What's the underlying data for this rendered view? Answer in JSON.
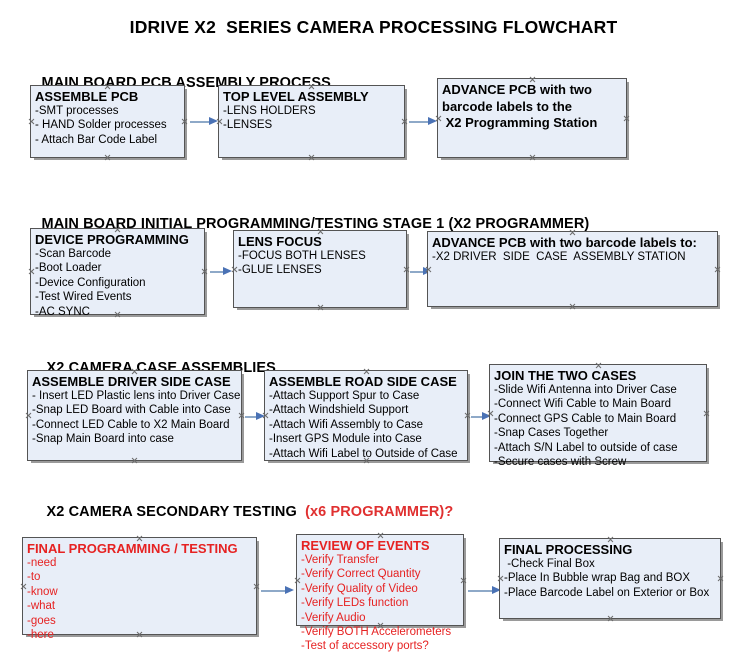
{
  "title": "IDRIVE X2  SERIES CAMERA PROCESSING FLOWCHART",
  "colors": {
    "box_fill": "#e8eef8",
    "box_border": "#545454",
    "arrow_line": "#8ea9c8",
    "arrow_head": "#4a72b5",
    "red_accent": "#e62222",
    "text": "#000000"
  },
  "sections": [
    {
      "heading": "MAIN BOARD PCB ASSEMBLY PROCESS",
      "heading_accent": "",
      "nodes": [
        {
          "title": "ASSEMBLE PCB",
          "lines": [
            "-SMT processes",
            "- HAND Solder processes",
            "- Attach Bar Code Label"
          ]
        },
        {
          "title": "TOP LEVEL ASSEMBLY",
          "lines": [
            "-LENS HOLDERS",
            "-LENSES"
          ]
        },
        {
          "title": "ADVANCE PCB with two",
          "title_lines": [
            "ADVANCE PCB with two",
            "barcode labels to the",
            " X2 Programming Station"
          ],
          "lines": []
        }
      ]
    },
    {
      "heading": "MAIN BOARD INITIAL PROGRAMMING/TESTING STAGE 1 (X2 PROGRAMMER)",
      "heading_accent": "",
      "nodes": [
        {
          "title": "DEVICE PROGRAMMING",
          "lines": [
            "-Scan Barcode",
            "-Boot Loader",
            "-Device Configuration",
            "-Test Wired Events",
            "-AC SYNC"
          ]
        },
        {
          "title": "LENS FOCUS",
          "lines": [
            "-FOCUS BOTH LENSES",
            "-GLUE LENSES"
          ]
        },
        {
          "title": "ADVANCE PCB with two barcode labels to:",
          "lines": [
            "-X2 DRIVER  SIDE  CASE  ASSEMBLY STATION"
          ]
        }
      ]
    },
    {
      "heading": "X2 CAMERA CASE ASSEMBLIES",
      "heading_accent": "",
      "nodes": [
        {
          "title": "ASSEMBLE DRIVER SIDE CASE",
          "lines": [
            "- Insert LED Plastic lens into Driver Case",
            "-Snap LED Board with Cable into Case",
            "-Connect LED Cable to X2 Main Board",
            "-Snap Main Board into case"
          ]
        },
        {
          "title": "ASSEMBLE ROAD SIDE CASE",
          "lines": [
            "-Attach Support Spur to Case",
            "-Attach Windshield Support",
            "-Attach Wifi Assembly to Case",
            "-Insert GPS Module into Case",
            "-Attach Wifi Label to Outside of Case"
          ]
        },
        {
          "title": "JOIN THE TWO CASES",
          "lines": [
            "-Slide Wifi Antenna into Driver Case",
            "-Connect Wifi Cable to Main Board",
            "-Connect GPS Cable to Main Board",
            "-Snap Cases Together",
            "-Attach S/N Label to outside of case",
            "-Secure cases with Screw"
          ]
        }
      ]
    },
    {
      "heading": "X2 CAMERA SECONDARY TESTING ",
      "heading_accent": " (x6 PROGRAMMER)?",
      "nodes": [
        {
          "title": "FINAL PROGRAMMING / TESTING",
          "lines": [
            "-need",
            "-to",
            "-know",
            "-what",
            "-goes",
            "-here"
          ]
        },
        {
          "title": "REVIEW OF EVENTS",
          "lines": [
            "-Verify Transfer",
            "-Verify Correct Quantity",
            "-Verify Quality of Video",
            "-Verify LEDs function",
            "-Verify Audio",
            "-Verify BOTH Accelerometers",
            "-Test of accessory ports?"
          ]
        },
        {
          "title": "FINAL PROCESSING",
          "lines": [
            " -Check Final Box",
            "-Place In Bubble wrap Bag and BOX",
            "-Place Barcode Label on Exterior or Box"
          ]
        }
      ]
    }
  ]
}
